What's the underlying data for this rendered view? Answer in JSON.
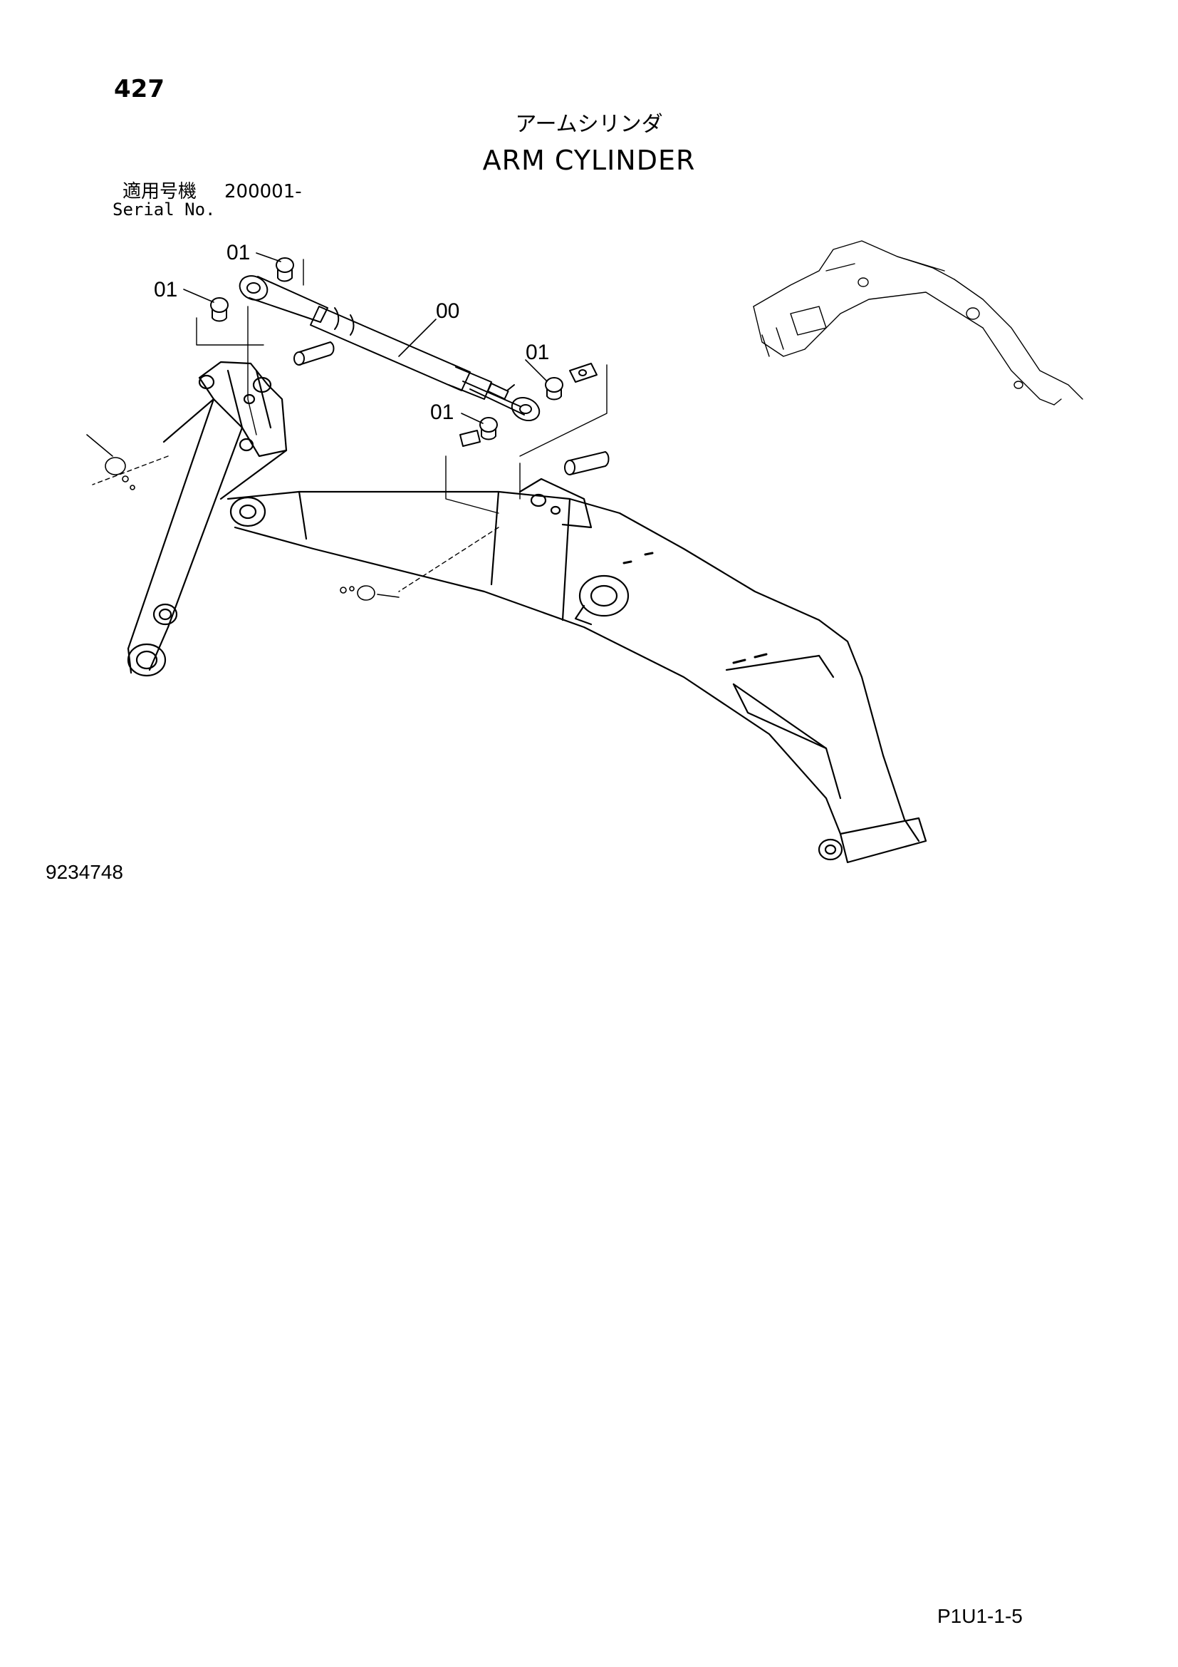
{
  "header": {
    "page_number": "427",
    "title_jp": "アームシリンダ",
    "title_en": "ARM CYLINDER",
    "serial_label_jp": "適用号機",
    "serial_value": "200001-",
    "serial_label_en": "Serial No."
  },
  "callouts": {
    "pin_bushing_upper_right": "01",
    "pin_bushing_upper_left": "01",
    "cylinder": "00",
    "rod_bushing_right": "01",
    "rod_bushing_left": "01"
  },
  "footer": {
    "drawing_number": "9234748",
    "page_reference": "P1U1-1-5"
  }
}
